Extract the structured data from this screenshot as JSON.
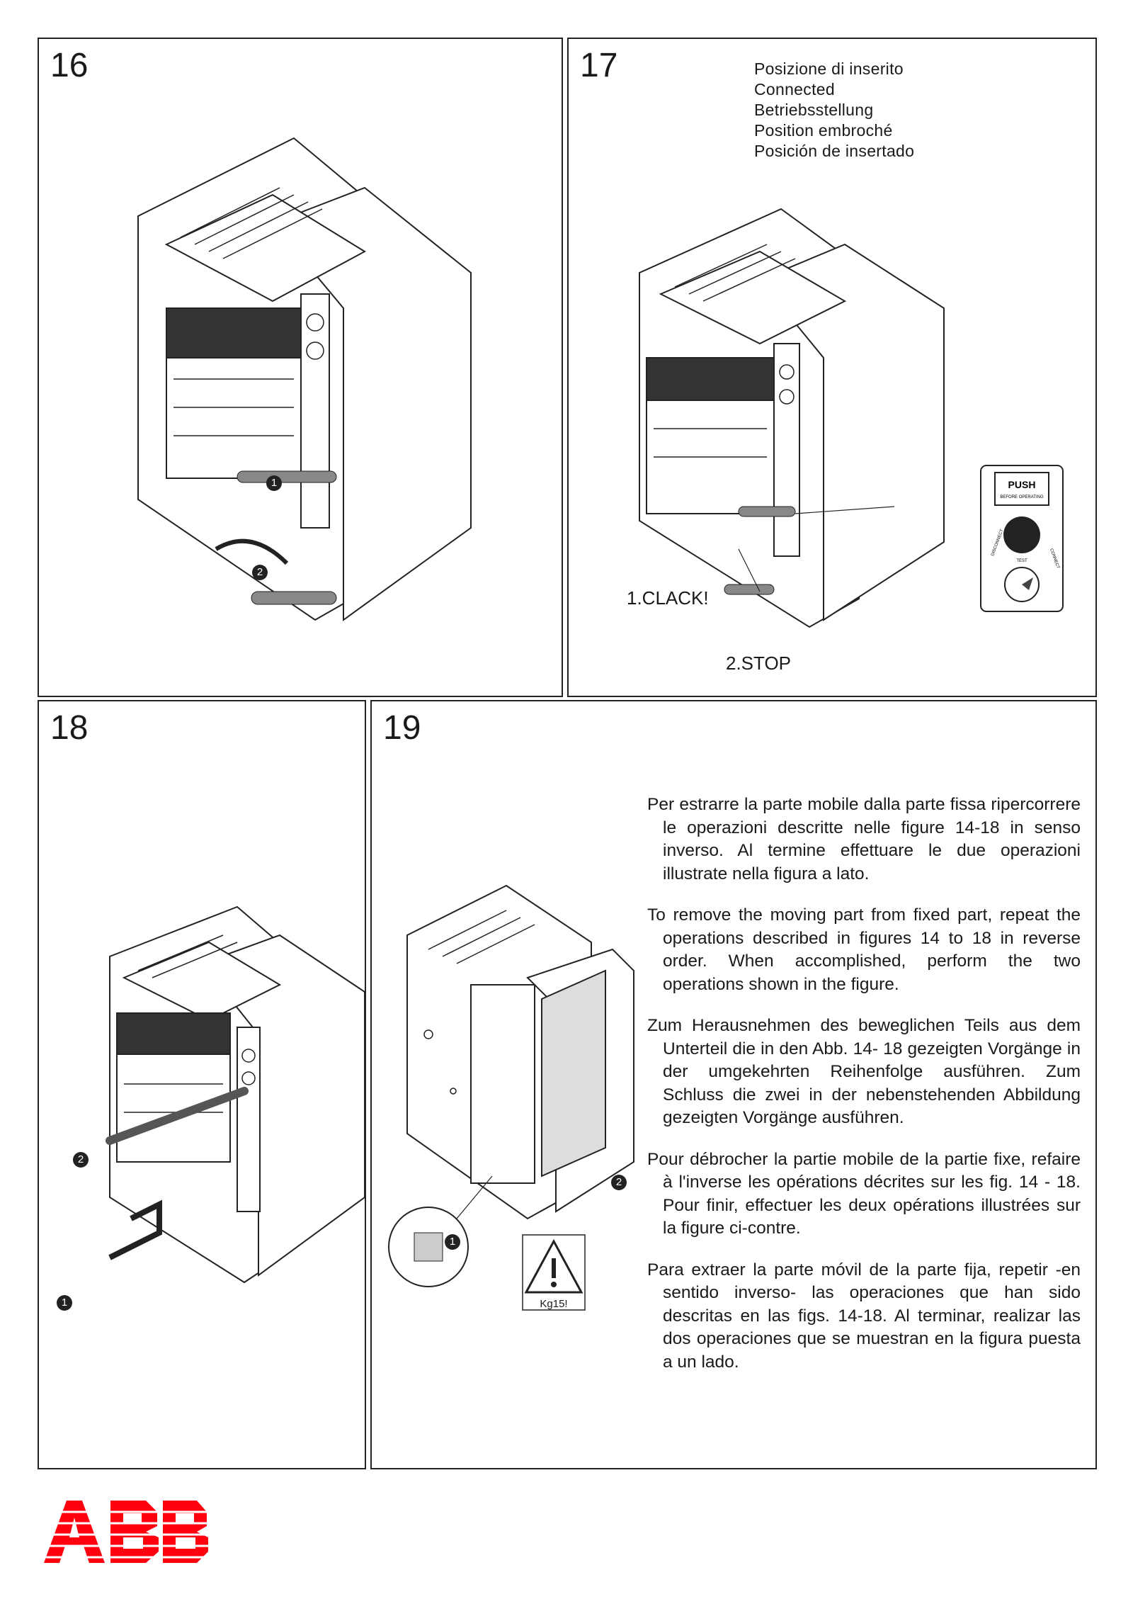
{
  "panels": {
    "p16": {
      "number": "16"
    },
    "p17": {
      "number": "17",
      "position_labels": [
        "Posizione di inserito",
        "Connected",
        "Betriebsstellung",
        "Position embroché",
        "Posición de insertado"
      ],
      "callout_clack": "1.CLACK!",
      "callout_stop": "2.STOP",
      "detail": {
        "push": "PUSH",
        "sub": "BEFORE OPERATING",
        "disconnect": "DISCONNECT",
        "test": "TEST",
        "connect": "CONNECT"
      }
    },
    "p18": {
      "number": "18"
    },
    "p19": {
      "number": "19",
      "warning_label": "Kg15!",
      "paragraphs": [
        "Per estrarre la parte mobile dalla parte fissa ripercorrere le operazioni descritte nelle figure 14-18 in senso inverso. Al termine effettuare le due operazioni illustrate nella figura a lato.",
        "To remove the moving part from fixed part, repeat the operations described in figures 14 to 18 in reverse order. When accomplished, perform the two operations shown in the figure.",
        "Zum Herausnehmen des beweglichen Teils aus dem Unterteil die in den Abb. 14- 18 gezeigten Vorgänge in der umgekehrten Reihenfolge ausführen. Zum Schluss die zwei in der nebenstehenden Abbildung gezeigten Vorgänge ausführen.",
        "Pour débrocher la partie mobile de la partie fixe, refaire à l'inverse les opérations décrites sur les fig. 14 - 18. Pour finir, effectuer les deux opérations illustrées sur la figure ci-contre.",
        "Para extraer la parte móvil de la parte fija, repetir -en sentido inverso- las operaciones que han sido descritas en las figs. 14-18. Al terminar, realizar las dos operaciones que se muestran en la figura puesta a un lado."
      ]
    }
  },
  "step_badges": {
    "one": "1",
    "two": "2"
  },
  "logo": {
    "text": "ABB",
    "color": "#ff000f"
  }
}
